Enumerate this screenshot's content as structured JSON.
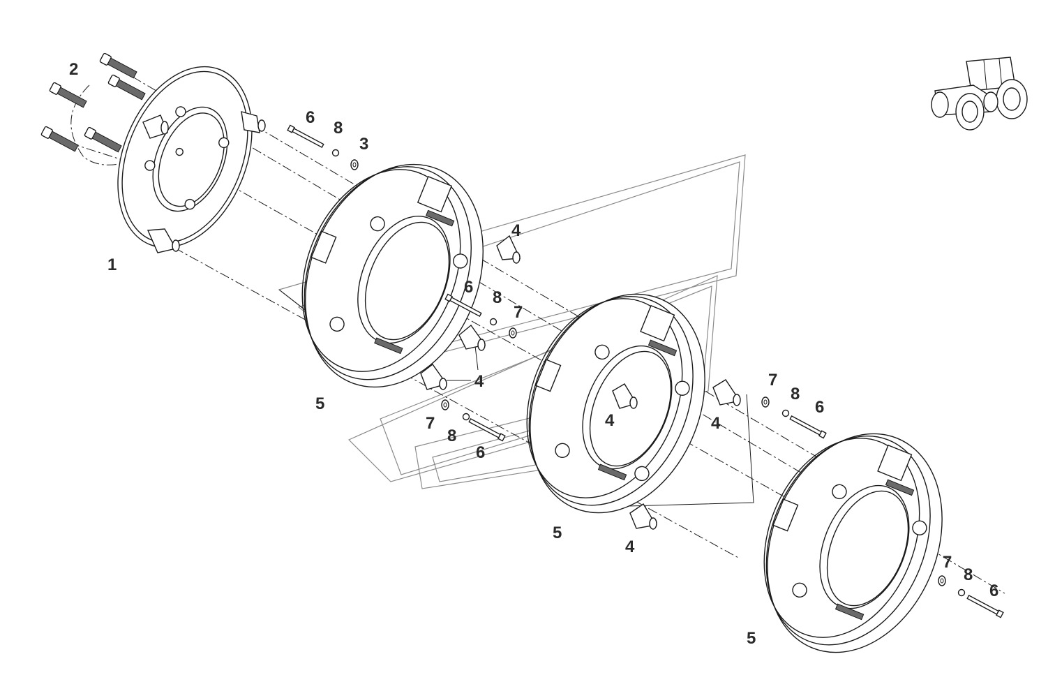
{
  "diagram": {
    "parts": [
      {
        "id": "part-1",
        "label": "1"
      },
      {
        "id": "part-2",
        "label": "2"
      },
      {
        "id": "part-3",
        "label": "3"
      },
      {
        "id": "part-4",
        "label": "4"
      },
      {
        "id": "part-5",
        "label": "5"
      },
      {
        "id": "part-6",
        "label": "6"
      },
      {
        "id": "part-7",
        "label": "7"
      },
      {
        "id": "part-8",
        "label": "8"
      }
    ],
    "callouts": [
      {
        "label": "1"
      },
      {
        "label": "2"
      },
      {
        "label": "3"
      },
      {
        "label": "4"
      },
      {
        "label": "4"
      },
      {
        "label": "4"
      },
      {
        "label": "4"
      },
      {
        "label": "4"
      },
      {
        "label": "5"
      },
      {
        "label": "5"
      },
      {
        "label": "5"
      },
      {
        "label": "6"
      },
      {
        "label": "6"
      },
      {
        "label": "6"
      },
      {
        "label": "6"
      },
      {
        "label": "6"
      },
      {
        "label": "7"
      },
      {
        "label": "7"
      },
      {
        "label": "7"
      },
      {
        "label": "7"
      },
      {
        "label": "8"
      },
      {
        "label": "8"
      },
      {
        "label": "8"
      },
      {
        "label": "8"
      },
      {
        "label": "8"
      }
    ],
    "colors": {
      "line": "#1a1a1a",
      "text": "#2a2a2a",
      "watermark": "#8a8a8a",
      "background": "#ffffff"
    },
    "icons": [
      "tractor-icon",
      "bolt-icon",
      "cone-spacer-icon",
      "washer-icon",
      "nut-icon",
      "wheel-weight-icon",
      "hub-plate-icon"
    ]
  }
}
